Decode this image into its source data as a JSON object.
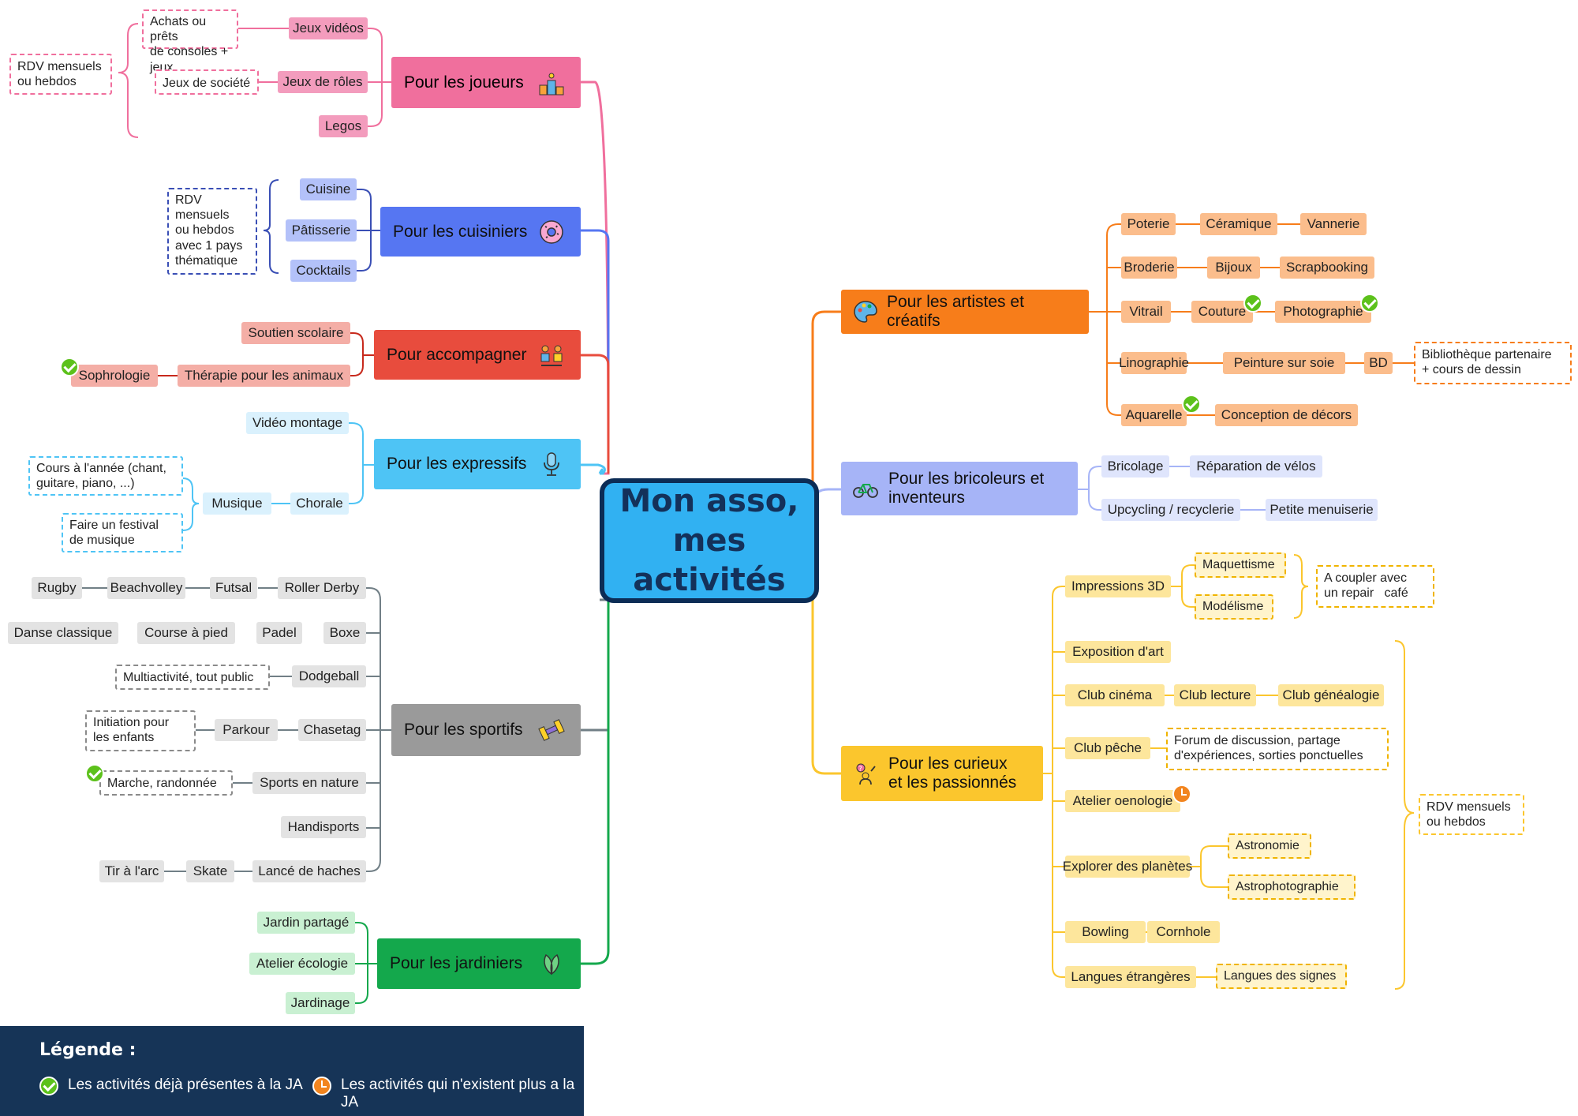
{
  "center": {
    "line1": "Mon asso,",
    "line2": "mes activités"
  },
  "joueurs": {
    "title": "Pour les joueurs",
    "jeux_videos": "Jeux vidéos",
    "jeux_roles": "Jeux de rôles",
    "legos": "Legos",
    "achats_1": "Achats ou prêts",
    "achats_2": "de consoles + jeux",
    "jeux_societe": "Jeux de société",
    "rdv_1": "RDV mensuels",
    "rdv_2": "ou hebdos"
  },
  "cuisiniers": {
    "title": "Pour les cuisiniers",
    "cuisine": "Cuisine",
    "patisserie": "Pâtisserie",
    "cocktails": "Cocktails",
    "note_1": "RDV",
    "note_2": "mensuels",
    "note_3": "ou hebdos",
    "note_4": "avec 1 pays",
    "note_5": "thématique"
  },
  "accompagner": {
    "title": "Pour accompagner",
    "soutien": "Soutien scolaire",
    "therapie": "Thérapie pour les animaux",
    "sophrologie": "Sophrologie"
  },
  "expressifs": {
    "title": "Pour les expressifs",
    "video": "Vidéo montage",
    "chorale": "Chorale",
    "musique": "Musique",
    "cours_1": "Cours à l'année (chant,",
    "cours_2": "guitare, piano, ...)",
    "festival_1": "Faire un festival",
    "festival_2": "de musique"
  },
  "sportifs": {
    "title": "Pour les sportifs",
    "rugby": "Rugby",
    "beachvolley": "Beachvolley",
    "futsal": "Futsal",
    "roller": "Roller Derby",
    "danse": "Danse classique",
    "course": "Course à pied",
    "padel": "Padel",
    "boxe": "Boxe",
    "multi": "Multiactivité, tout public",
    "dodgeball": "Dodgeball",
    "initiation_1": "Initiation pour",
    "initiation_2": "les enfants",
    "parkour": "Parkour",
    "chasetag": "Chasetag",
    "marche": "Marche, randonnée",
    "nature": "Sports en nature",
    "handisports": "Handisports",
    "tir": "Tir à l'arc",
    "skate": "Skate",
    "haches": "Lancé de haches"
  },
  "jardiniers": {
    "title": "Pour les jardiniers",
    "jardin": "Jardin partagé",
    "ecologie": "Atelier écologie",
    "jardinage": "Jardinage"
  },
  "artistes": {
    "title": "Pour les artistes et créatifs",
    "poterie": "Poterie",
    "ceramique": "Céramique",
    "vannerie": "Vannerie",
    "broderie": "Broderie",
    "bijoux": "Bijoux",
    "scrapbooking": "Scrapbooking",
    "vitrail": "Vitrail",
    "couture": "Couture",
    "photographie": "Photographie",
    "linographie": "Linographie",
    "peinture_soie": "Peinture sur soie",
    "bd": "BD",
    "biblio_1": "Bibliothèque partenaire",
    "biblio_2": "+ cours de dessin",
    "aquarelle": "Aquarelle",
    "decors": "Conception de décors"
  },
  "bricoleurs": {
    "title_1": "Pour les bricoleurs et",
    "title_2": "inventeurs",
    "bricolage": "Bricolage",
    "velos": "Réparation de vélos",
    "upcycling": "Upcycling / recyclerie",
    "menuiserie": "Petite menuiserie"
  },
  "curieux": {
    "title_1": "Pour les curieux",
    "title_2": "et les passionnés",
    "impressions": "Impressions 3D",
    "maquettisme": "Maquettisme",
    "modelisme": "Modélisme",
    "coupler_1": "A coupler avec",
    "coupler_2": "un repair   café",
    "expo": "Exposition d'art",
    "cinema": "Club cinéma",
    "lecture": "Club lecture",
    "genealogie": "Club généalogie",
    "peche": "Club pêche",
    "forum_1": "Forum de discussion, partage",
    "forum_2": "d'expériences, sorties ponctuelles",
    "oenologie": "Atelier oenologie",
    "planetes": "Explorer des planètes",
    "astronomie": "Astronomie",
    "astrophoto": "Astrophotographie",
    "bowling": "Bowling",
    "cornhole": "Cornhole",
    "langues": "Langues étrangères",
    "signes": "Langues des signes",
    "rdv_1": "RDV mensuels",
    "rdv_2": "ou hebdos"
  },
  "legend": {
    "title": "Légende :",
    "present": "Les activités déjà présentes à la JA",
    "absent": "Les activités qui n'existent plus a la JA"
  },
  "colors": {
    "joueurs": "#f06f9d",
    "cuisiniers": "#5676f2",
    "accompagner": "#e84c3d",
    "expressifs": "#4ec4f5",
    "sportifs": "#9a9a9a",
    "jardiniers": "#14a84c",
    "artistes": "#f77d1a",
    "bricoleurs": "#a6b4f7",
    "curieux": "#fbc62d",
    "legend_bg": "#163457",
    "check": "#5cc11b",
    "clock": "#f2851f"
  }
}
